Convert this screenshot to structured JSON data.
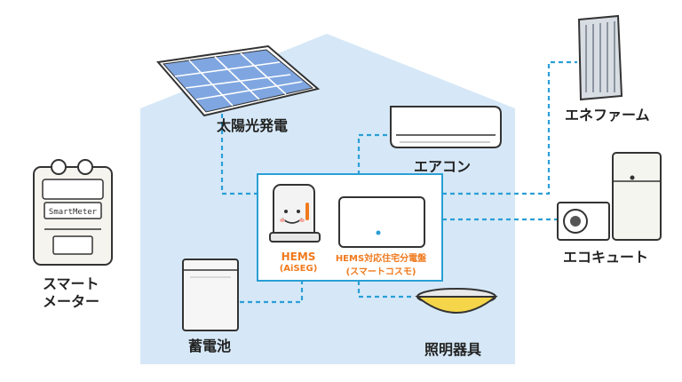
{
  "labels": {
    "solar": "太陽光発電",
    "aircon": "エアコン",
    "enefarm": "エネファーム",
    "ecocute": "エコキュート",
    "smart_meter_line1": "スマート",
    "smart_meter_line2": "メーター",
    "battery": "蓄電池",
    "lighting": "照明器具",
    "hems_title": "HEMS",
    "hems_sub": "(AiSEG)",
    "panel_title": "HEMS対応住宅分電盤",
    "panel_sub": "(スマートコスモ)",
    "meter_display": "SmartMeter"
  },
  "colors": {
    "house": "#d6e8f7",
    "connector": "#2a9fd6",
    "accent": "#f07a1e",
    "solar_cell": "#7fa6e0",
    "light_glow": "#f5d54a"
  }
}
